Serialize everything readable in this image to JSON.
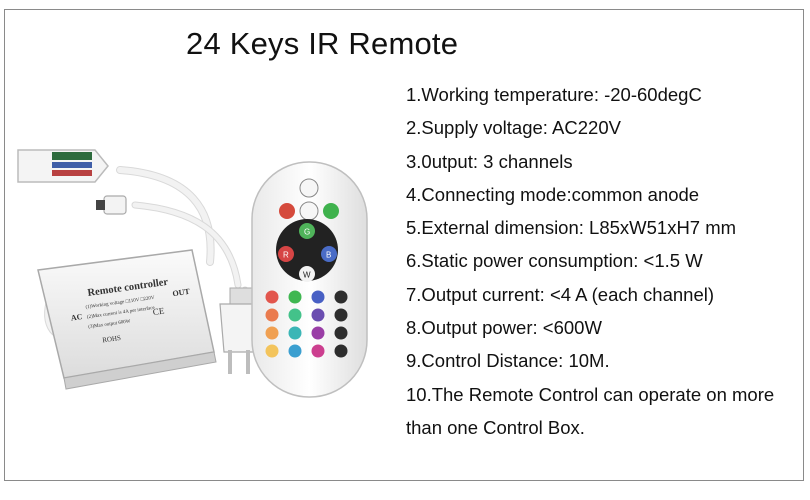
{
  "title": "24 Keys IR Remote",
  "specs": [
    "1.Working temperature: -20-60degC",
    "2.Supply voltage: AC220V",
    "3.0utput: 3 channels",
    "4.Connecting mode:common anode",
    "5.External dimension: L85xW51xH7 mm",
    "6.Static power consumption: <1.5 W",
    "7.Output current: <4 A (each channel)",
    "8.Output power:  <600W",
    "9.Control Distance: 10M.",
    "10.The Remote Control can operate on more than one Control Box."
  ],
  "controller_box": {
    "label": "Remote controller",
    "rating_line": "(1)Working voltage □110V □220V",
    "current_line": "(2)Max current is 4A per interface",
    "power_line": "(3)Max output 600W",
    "ac_label": "AC",
    "out_label": "OUT",
    "rohs_label": "ROHS"
  },
  "remote": {
    "center_button_label": "W",
    "top_button_label": "G",
    "left_button_label": "R",
    "right_button_label": "B"
  },
  "colors": {
    "frame": "#8a8a8a",
    "text": "#111111"
  }
}
